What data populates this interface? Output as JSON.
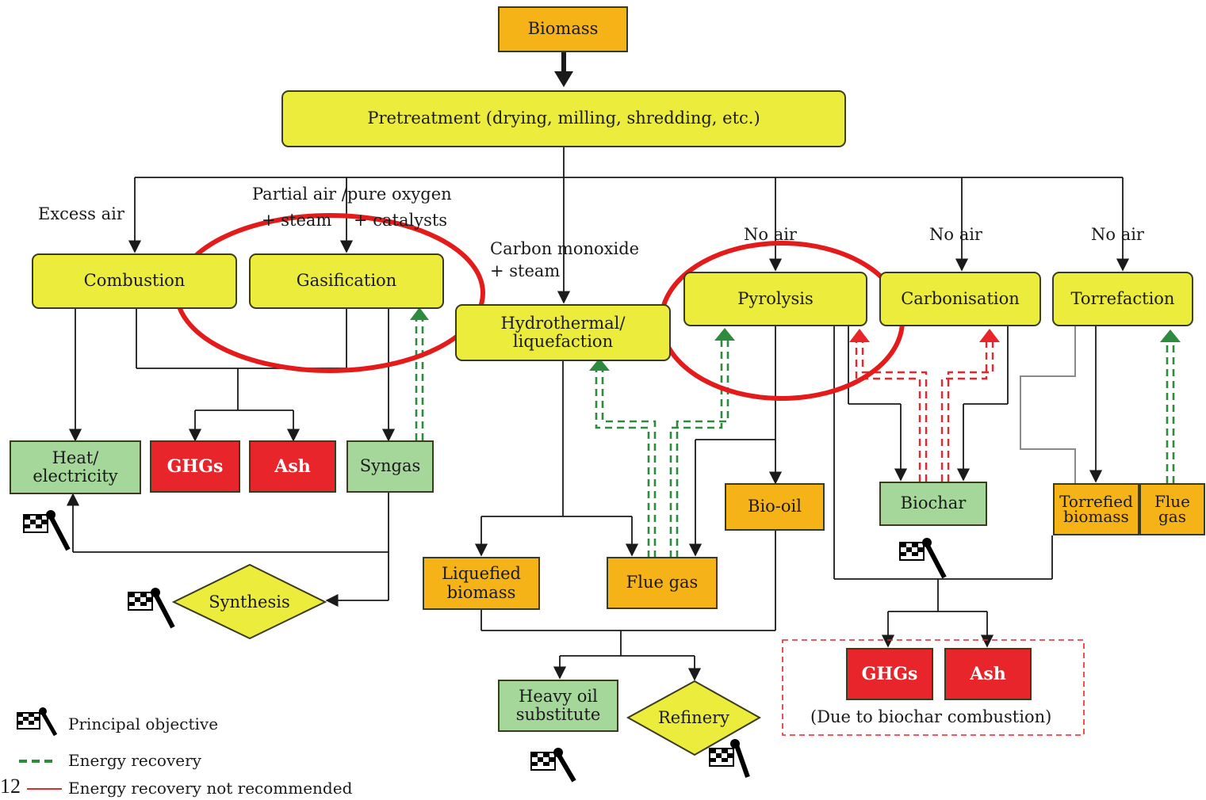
{
  "nodes": {
    "biomass": "Biomass",
    "pretreatment": "Pretreatment (drying, milling, shredding, etc.)",
    "combustion": "Combustion",
    "gasification": "Gasification",
    "hydrothermal": "Hydrothermal/\nliquefaction",
    "pyrolysis": "Pyrolysis",
    "carbonisation": "Carbonisation",
    "torrefaction": "Torrefaction",
    "heat_electricity": "Heat/\nelectricity",
    "ghgs_1": "GHGs",
    "ash_1": "Ash",
    "syngas": "Syngas",
    "synthesis": "Synthesis",
    "bio_oil": "Bio-oil",
    "biochar": "Biochar",
    "torrefied_biomass": "Torrefied\nbiomass",
    "flue_gas_small": "Flue\ngas",
    "liquefied_biomass": "Liquefied\nbiomass",
    "flue_gas": "Flue gas",
    "heavy_oil": "Heavy oil\nsubstitute",
    "refinery": "Refinery",
    "ghgs_2": "GHGs",
    "ash_2": "Ash",
    "biochar_note": "(Due to biochar combustion)"
  },
  "edge_labels": {
    "excess_air": "Excess  air",
    "partial_air": "Partial air  /pure oxygen",
    "steam": "+ steam",
    "catalysts": "+ catalysts",
    "carbon_monoxide": "Carbon  monoxide",
    "co_steam": "+ steam",
    "no_air_1": "No  air",
    "no_air_2": "No  air",
    "no_air_3": "No  air"
  },
  "legend": {
    "principal": "Principal objective",
    "energy_recovery": "Energy recovery",
    "not_recommended": "Energy recovery not recommended"
  },
  "page_number": "12",
  "colors": {
    "process_yellow": "#ecec3c",
    "product_orange": "#f5b317",
    "product_green": "#a5d79a",
    "waste_red": "#e8252a",
    "recovery_green": "#2e8b3e",
    "not_recommended_red": "#e8252a",
    "highlight_circle": "#e41b1b"
  }
}
